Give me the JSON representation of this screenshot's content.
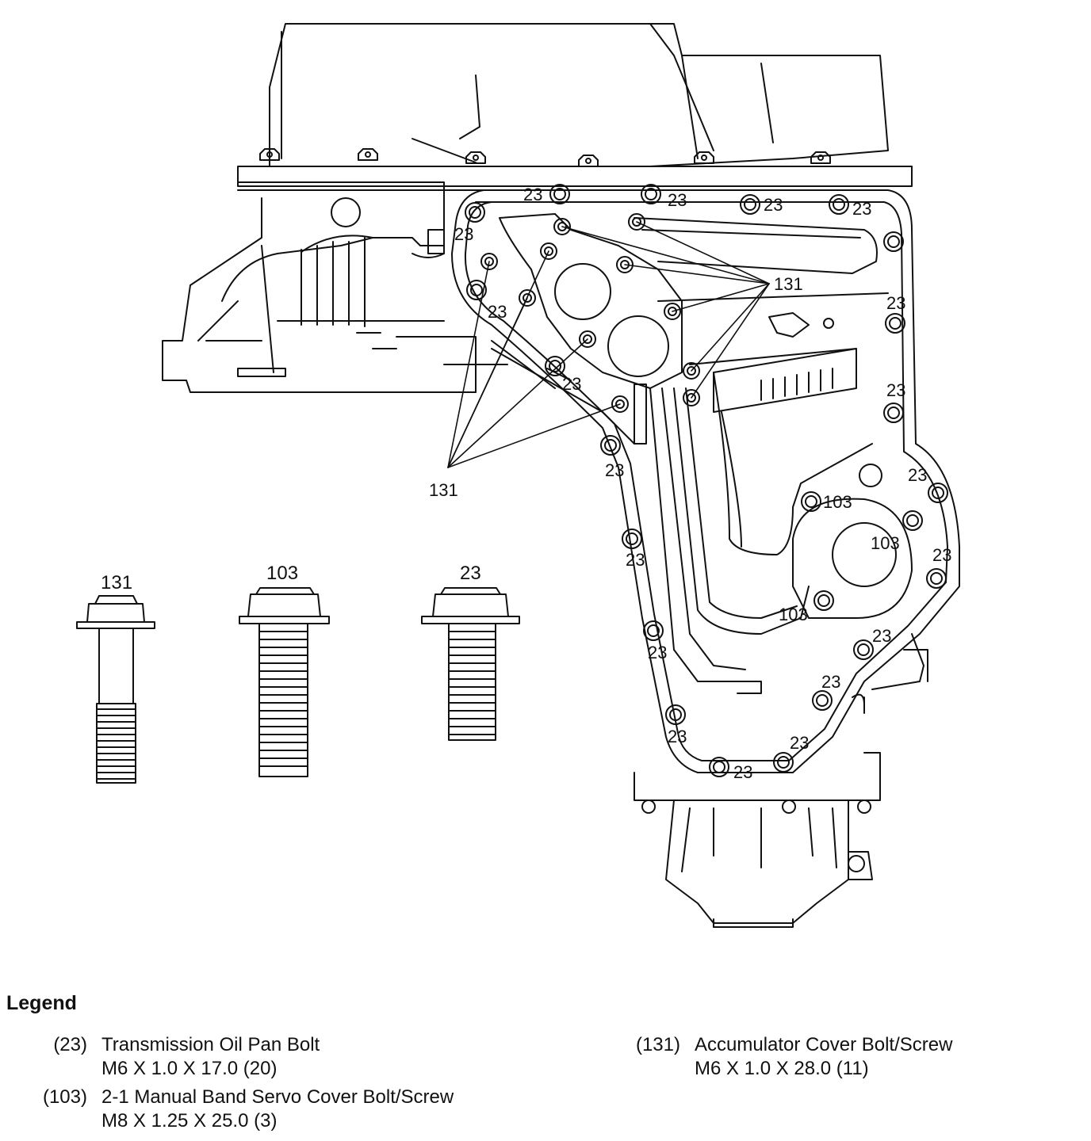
{
  "callouts": {
    "pan_bolt": "23",
    "servo_bolt": "103",
    "accumulator_bolt": "131"
  },
  "bolt_illustrations": [
    {
      "label": "131",
      "name": "accumulator-cover-bolt"
    },
    {
      "label": "103",
      "name": "servo-cover-bolt"
    },
    {
      "label": "23",
      "name": "oil-pan-bolt"
    }
  ],
  "legend": {
    "title": "Legend",
    "entries": [
      {
        "code": "(23)",
        "name": "Transmission Oil Pan Bolt",
        "spec": "M6 X 1.0 X 17.0 (20)"
      },
      {
        "code": "(103)",
        "name": "2-1 Manual Band Servo Cover Bolt/Screw",
        "spec": "M8 X 1.25 X 25.0 (3)"
      },
      {
        "code": "(131)",
        "name": "Accumulator Cover Bolt/Screw",
        "spec": "M6 X 1.0 X 28.0 (11)"
      }
    ]
  }
}
